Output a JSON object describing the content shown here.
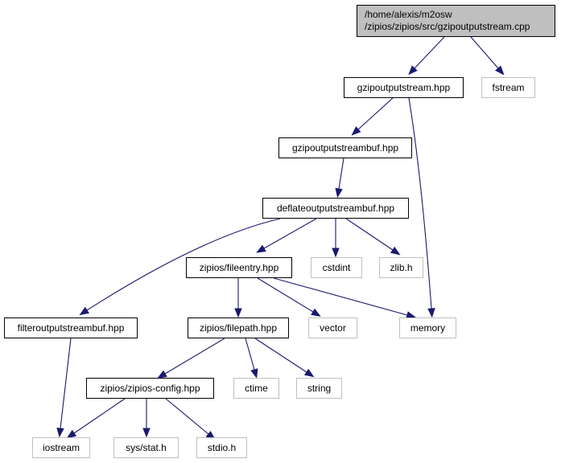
{
  "nodes": {
    "gzipoutputstream_cpp": {
      "line1": "/home/alexis/m2osw",
      "line2": "/zipios/zipios/src/gzipoutputstream.cpp"
    },
    "gzipoutputstream_hpp": "gzipoutputstream.hpp",
    "fstream": "fstream",
    "gzipoutputstreambuf_hpp": "gzipoutputstreambuf.hpp",
    "deflateoutputstreambuf_hpp": "deflateoutputstreambuf.hpp",
    "fileentry_hpp": "zipios/fileentry.hpp",
    "cstdint": "cstdint",
    "zlib_h": "zlib.h",
    "filteroutputstreambuf_hpp": "filteroutputstreambuf.hpp",
    "filepath_hpp": "zipios/filepath.hpp",
    "vector": "vector",
    "memory": "memory",
    "zipios_config_hpp": "zipios/zipios-config.hpp",
    "ctime": "ctime",
    "string": "string",
    "iostream": "iostream",
    "sys_stat_h": "sys/stat.h",
    "stdio_h": "stdio.h"
  }
}
